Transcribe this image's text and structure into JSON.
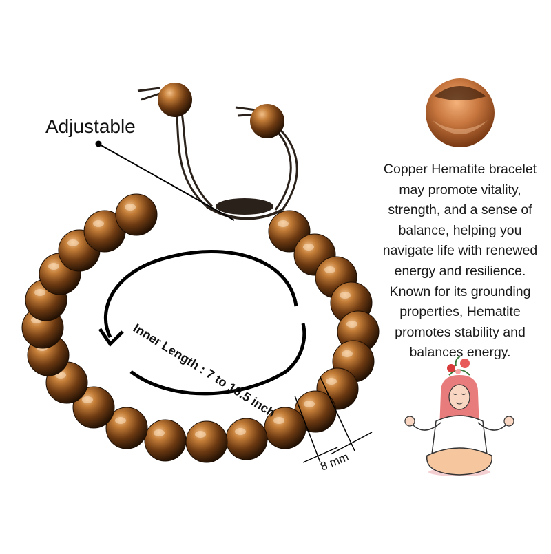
{
  "annotations": {
    "adjustable": "Adjustable",
    "inner_length": "Inner Length : 7 to 10.5 inch",
    "bead_size": "8 mm"
  },
  "description": "Copper Hematite bracelet may promote vitality, strength, and a sense of balance, helping you navigate life with renewed energy and resilience. Known for its grounding properties, Hematite promotes stability and balances energy.",
  "colors": {
    "bead_highlight": "#e3a560",
    "bead_mid": "#9a5a22",
    "bead_dark": "#2a1606",
    "cord": "#2b211b",
    "text": "#1a1a1a",
    "hair": "#e87c7c",
    "pants": "#f6c69f"
  },
  "icons": [
    "bead-closeup-icon",
    "meditating-woman-icon"
  ]
}
